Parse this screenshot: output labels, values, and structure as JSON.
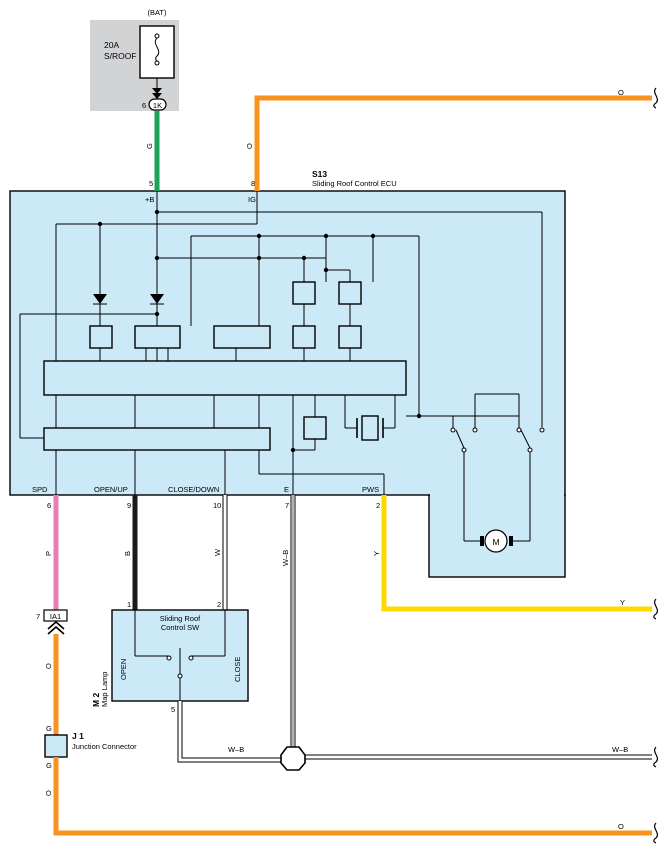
{
  "colors": {
    "orange": "#f7931e",
    "green": "#1aa35a",
    "pink": "#e97bb5",
    "yellow": "#ffd800",
    "black": "#1a1a1a",
    "ecu_fill": "#cce9f8",
    "fuse_fill": "#d2d3d5"
  },
  "power": {
    "bat_label": "(BAT)",
    "fuse_amp": "20A",
    "fuse_name": "S/ROOF",
    "connector": "1K",
    "pin": "6"
  },
  "ecu": {
    "code": "S13",
    "name": "Sliding Roof Control ECU",
    "pins_top": [
      {
        "pin": "5",
        "label": "+B",
        "wire": "G"
      },
      {
        "pin": "8",
        "label": "IG",
        "wire": "O"
      }
    ],
    "pins_bottom": [
      {
        "pin": "6",
        "label": "SPD",
        "wire": "P"
      },
      {
        "pin": "9",
        "label": "OPEN/UP",
        "wire": "B"
      },
      {
        "pin": "10",
        "label": "CLOSE/DOWN",
        "wire": "W"
      },
      {
        "pin": "7",
        "label": "E",
        "wire": "W–B"
      },
      {
        "pin": "2",
        "label": "PWS",
        "wire": "Y"
      }
    ],
    "motor_label": "M"
  },
  "switch": {
    "code": "M 2",
    "location": "Map Lamp",
    "title_line1": "Sliding Roof",
    "title_line2": "Control SW",
    "open_label": "OPEN",
    "close_label": "CLOSE",
    "pin1": "1",
    "pin2": "2",
    "pin5": "5"
  },
  "connectors": {
    "ia1_pin": "7",
    "ia1_name": "IA1",
    "j1_code": "J 1",
    "j1_name": "Junction Connector",
    "j1_top": "G",
    "j1_bottom": "G"
  },
  "wires": {
    "top_right": "O",
    "yellow_right": "Y",
    "ground_left": "W–B",
    "ground_right": "W–B",
    "bottom_right": "O",
    "ia1_below": "O",
    "j1_below": "O"
  }
}
